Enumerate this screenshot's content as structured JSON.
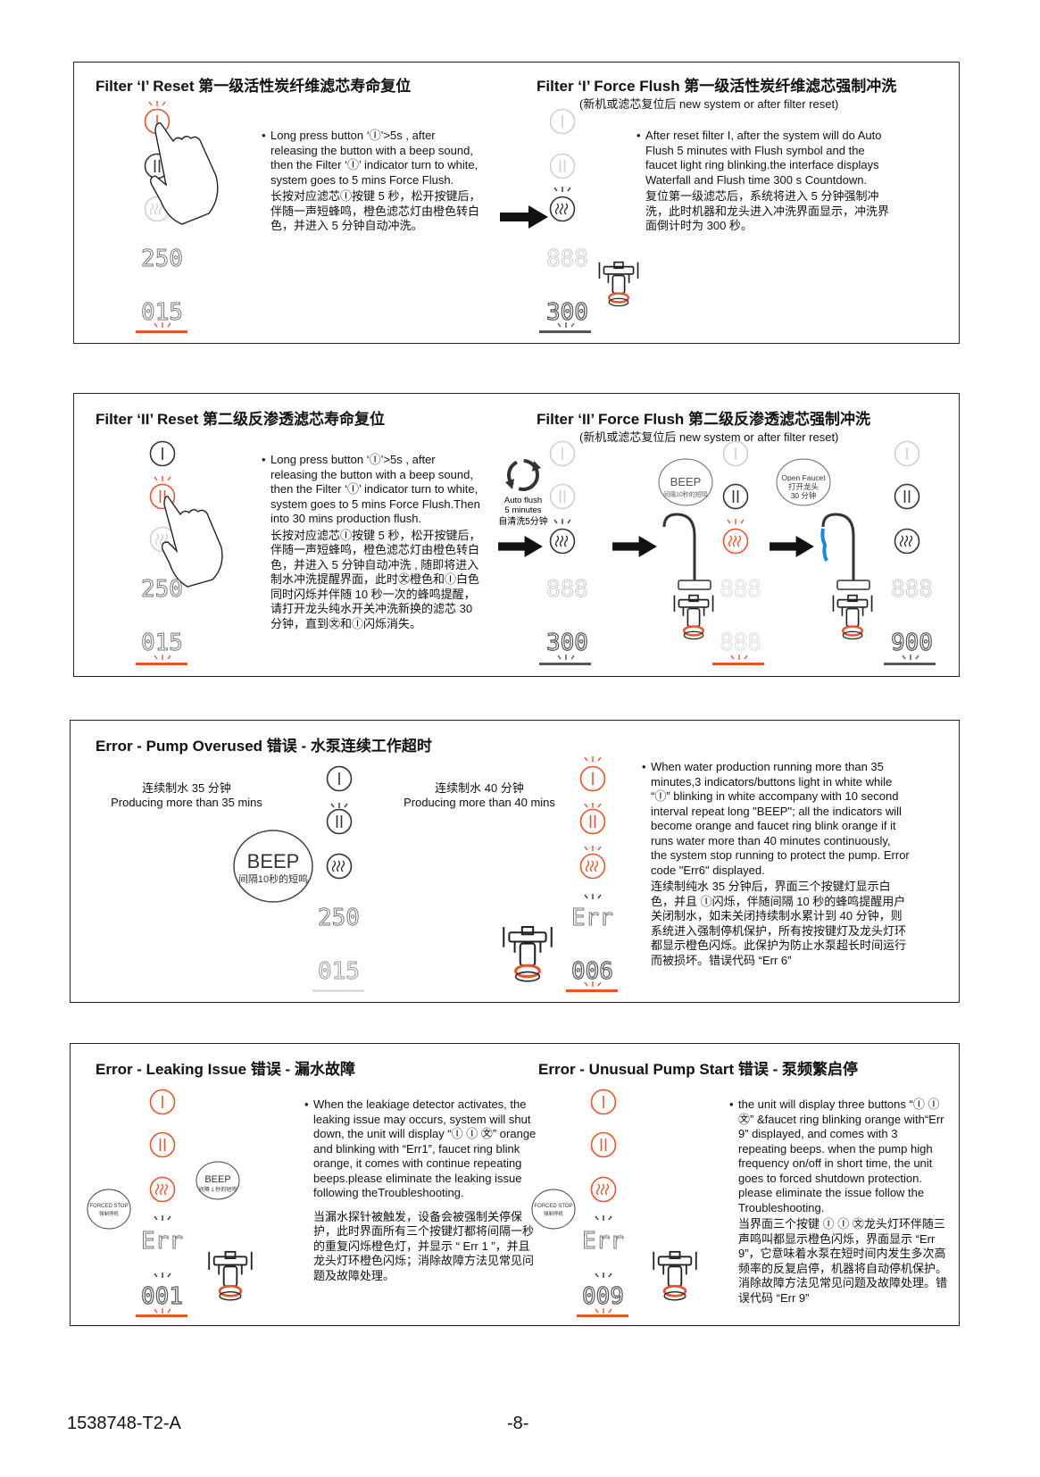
{
  "panel1": {
    "left_title": "Filter ‘I’ Reset 第一级活性炭纤维滤芯寿命复位",
    "right_title": "Filter ‘I’ Force Flush   第一级活性炭纤维滤芯强制冲洗",
    "right_subtitle": "(新机或滤芯复位后 new system or after filter reset)",
    "left_text_en": "Long press button ‘Ⓘ’>5s , after releasing the button with a beep sound, then the Filter ‘Ⓘ’ indicator turn to white, system goes to 5 mins Force Flush.",
    "left_text_cn": "长按对应滤芯Ⓘ按键 5 秒，松开按键后，伴随一声短蜂鸣，橙色滤芯灯由橙色转白色，并进入 5 分钟自动冲洗。",
    "right_text_en": "After reset filter I, after the system will do Auto Flush 5 minutes with Flush symbol and the faucet light ring blinking.the interface displays Waterfall and Flush time 300 s Countdown.",
    "right_text_cn": "复位第一级滤芯后，系统将进入 5 分钟强制冲洗，此时机器和龙头进入冲洗界面显示，冲洗界面倒计时为 300 秒。",
    "display_a": "250",
    "display_b": "015",
    "display_c": "888",
    "display_d": "300"
  },
  "panel2": {
    "left_title": "Filter ‘II’ Reset 第二级反渗透滤芯寿命复位",
    "right_title": "Filter ‘II’ Force Flush   第二级反渗透滤芯强制冲洗",
    "right_subtitle": "(新机或滤芯复位后 new system or after filter reset)",
    "left_text_en": "Long press button ‘Ⓘ’>5s , after releasing the button with a beep sound, then the Filter ‘Ⓘ’ indicator turn to white, system goes to 5 mins Force Flush.Then into 30 mins production flush.",
    "left_text_cn": "长按对应滤芯Ⓘ按键 5 秒，松开按键后，伴随一声短蜂鸣，橙色滤芯灯由橙色转白色，并进入 5 分钟自动冲洗 , 随即将进入制水冲洗提醒界面，此时㉆橙色和Ⓘ白色同时闪烁并伴随 10 秒一次的蜂鸣提醒，请打开龙头纯水开关冲洗新换的滤芯 30 分钟，直到㉆和Ⓘ闪烁消失。",
    "auto_flush": [
      "Auto flush",
      "5 minutes",
      "自清洗5分钟"
    ],
    "beep": "BEEP",
    "beep_sub": "间隔10秒的短鸣",
    "open_faucet": [
      "Open Faucet",
      "打开龙头",
      "30 分钟"
    ],
    "display_a": "250",
    "display_b": "015",
    "display_c": "888",
    "display_d": "300",
    "display_e": "900"
  },
  "panel3": {
    "title": "Error  - Pump Overused  错误   - 水泵连续工作超时",
    "cap1_cn": "连续制水 35 分钟",
    "cap1_en": "Producing more than 35 mins",
    "cap2_cn": "连续制水 40 分钟",
    "cap2_en": "Producing more than 40 mins",
    "beep": "BEEP",
    "beep_sub": "间隔10秒的短鸣",
    "text_en": "When water production running more than 35 minutes,3 indicators/buttons light in white while “Ⓘ” blinking in white accompany with 10 second interval repeat long \"BEEP\"; all the indicators will become orange and faucet ring blink orange if it runs water more than 40 minutes continuously, the system stop running to protect the pump. Error code \"Err6\" displayed.",
    "text_cn": "连续制纯水 35 分钟后，界面三个按键灯显示白色，并且 Ⓘ闪烁，伴随间隔 10 秒的蜂鸣提醒用户关闭制水，如未关闭持续制水累计到 40 分钟，则系统进入强制停机保护，所有按按键灯及龙头灯环都显示橙色闪烁。此保护为防止水泵超长时间运行而被损坏。错误代码 “Err 6”",
    "display_a": "250",
    "display_b": "015",
    "display_c": "Err",
    "display_d": "006"
  },
  "panel4": {
    "left_title": "Error  - Leaking Issue  错误   - 漏水故障",
    "right_title": "Error  - Unusual Pump Start  错误   - 泵频繁启停",
    "beep": "BEEP",
    "beep_sub": "间隔 1 秒的短鸣",
    "forced_stop": "FORCED STOP",
    "forced_stop_sub": "强制停机",
    "left_text_en": "When the leakiage detector activates, the leaking issue may occurs, system will shut down, the unit will display “Ⓘ Ⓘ ㉆” orange and blinking with “Err1”, faucet ring blink orange, it comes with continue repeating beeps.please eliminate the leaking issue following theTroubleshooting.",
    "left_text_cn": "当漏水探针被触发，设备会被强制关停保护，此时界面所有三个按键灯都将间隔一秒的重复闪烁橙色灯，并显示 “ Err 1 ”，并且龙头灯环橙色闪烁；消除故障方法见常见问题及故障处理。",
    "right_text_en": "the unit will display three buttons “Ⓘ Ⓘ ㉆” &faucet ring blinking orange with“Err 9” displayed, and comes with 3 repeating beeps. when the pump high frequency on/off in short time, the unit goes to forced shutdown protection. please eliminate the issue follow the Troubleshooting.",
    "right_text_cn": "当界面三个按键 Ⓘ Ⓘ ㉆龙头灯环伴随三声鸣叫都显示橙色闪烁，界面显示 “Err 9”，它意味着水泵在短时间内发生多次高频率的反复启停，机器将自动停机保护。消除故障方法见常见问题及故障处理。错误代码 “Err 9”",
    "display_a": "Err",
    "display_b": "001",
    "display_c": "Err",
    "display_d": "009"
  },
  "footer": {
    "doc_code": "1538748-T2-A",
    "page": "-8-"
  },
  "colors": {
    "accent": "#e8542a",
    "grey_icon": "#c8c8c8",
    "border": "#222222"
  }
}
